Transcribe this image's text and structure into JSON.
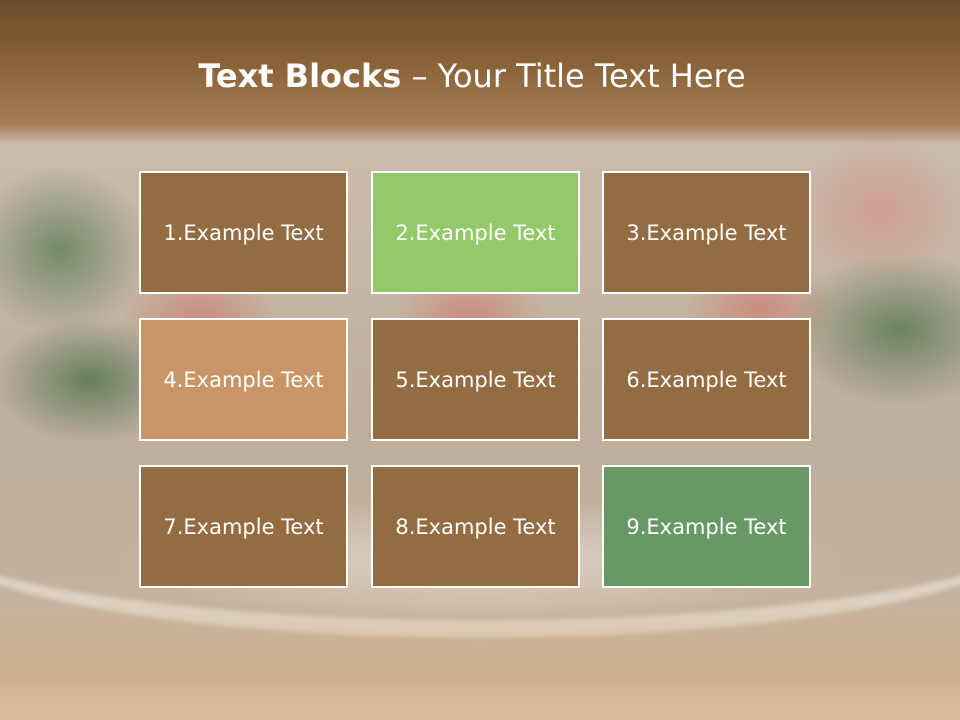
{
  "title": {
    "strong": "Text Blocks",
    "dash": " – ",
    "rest": "Your Title Text Here"
  },
  "blocks": [
    {
      "label": "1.Example Text",
      "color": "#946c42"
    },
    {
      "label": "2.Example Text",
      "color": "#94c96a"
    },
    {
      "label": "3.Example Text",
      "color": "#946c42"
    },
    {
      "label": "4.Example Text",
      "color": "#c99566"
    },
    {
      "label": "5.Example Text",
      "color": "#946c42"
    },
    {
      "label": "6.Example Text",
      "color": "#946c42"
    },
    {
      "label": "7.Example Text",
      "color": "#946c42"
    },
    {
      "label": "8.Example Text",
      "color": "#946c42"
    },
    {
      "label": "9.Example Text",
      "color": "#669966"
    }
  ]
}
